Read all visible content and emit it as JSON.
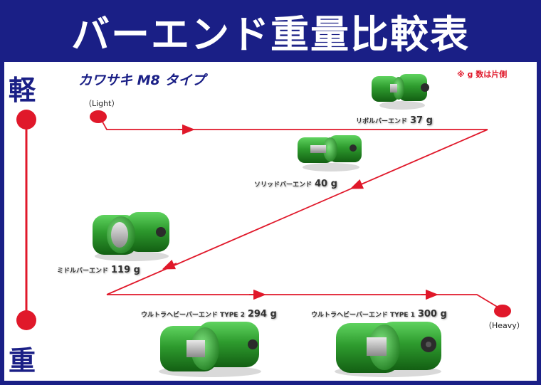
{
  "title": "バーエンド重量比較表",
  "scale": {
    "light_char": "軽",
    "heavy_char": "重"
  },
  "type_label": "カワサキ M8 タイプ",
  "note": "※ g 数は片側",
  "endpoints": {
    "light": "（Light）",
    "heavy": "（Heavy）"
  },
  "products": [
    {
      "name": "リボルバーエンド",
      "weight": "37 g"
    },
    {
      "name": "ソリッドバーエンド",
      "weight": "40 g"
    },
    {
      "name": "ミドルバーエンド",
      "weight": "119 g"
    },
    {
      "name": "ウルトラヘビーバーエンド TYPE 2",
      "weight": "294 g"
    },
    {
      "name": "ウルトラヘビーバーエンド TYPE 1",
      "weight": "300 g"
    }
  ],
  "colors": {
    "header": "#1a1f86",
    "accent_red": "#e0182a",
    "product_green": "#2e9b2e"
  }
}
